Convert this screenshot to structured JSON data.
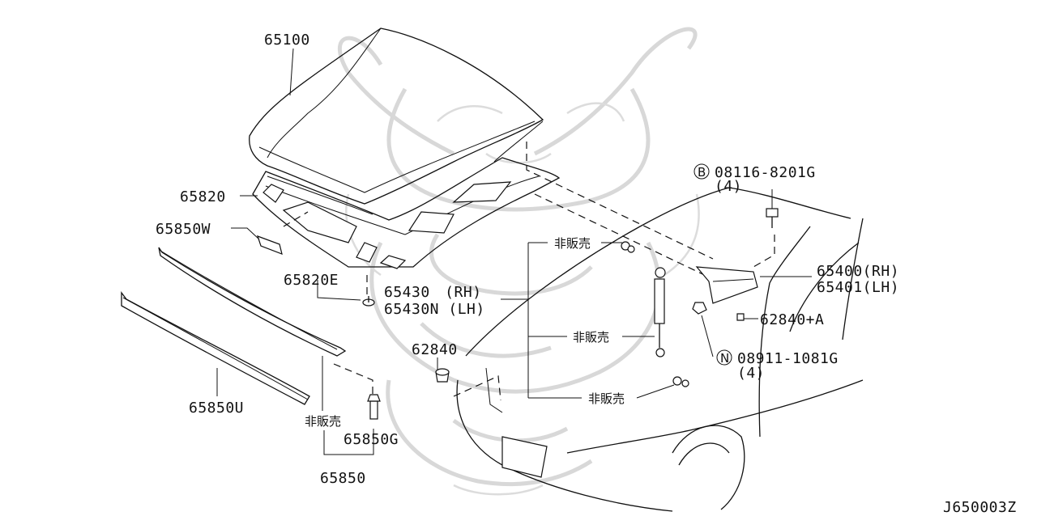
{
  "diagram_id": "J650003Z",
  "parts": {
    "hood": "65100",
    "hood_insulator_rear": "65820",
    "clip_w": "65850W",
    "grommet": "65820E",
    "hood_stay_rh": "65430　(RH)",
    "hood_stay_lh": "65430N (LH)",
    "stopper": "62840",
    "seal": "65850U",
    "not_for_sale_1": "非販売",
    "not_for_sale_2": "非販売",
    "not_for_sale_3": "非販売",
    "not_for_sale_4": "非販売",
    "seal_clip": "65850G",
    "seal_assy": "65850",
    "bolt": "08116-8201G",
    "bolt_qty": "(4)",
    "bolt_mark": "B",
    "hinge_rh": "65400(RH)",
    "hinge_lh": "65401(LH)",
    "hinge_stopper": "62840+A",
    "nut": "08911-1081G",
    "nut_qty": "(4)",
    "nut_mark": "N"
  },
  "colors": {
    "ink": "#111111",
    "watermark": "#d8d8d8",
    "background": "#ffffff"
  }
}
